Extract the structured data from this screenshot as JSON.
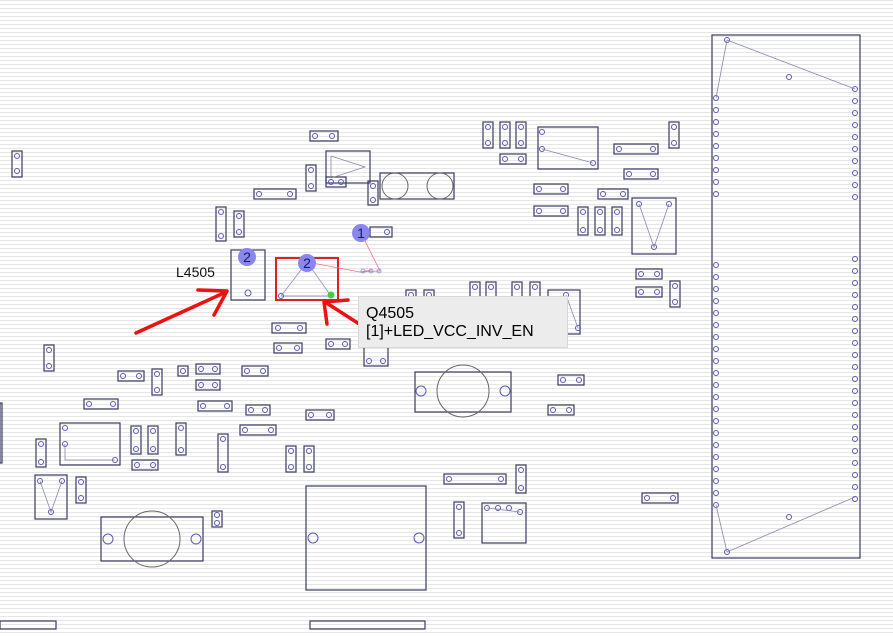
{
  "labels": {
    "component_left": "L4505"
  },
  "tooltip": {
    "ref": "Q4505",
    "net": "[1]+LED_VCC_INV_EN"
  },
  "pin_badges": {
    "pin1": "1",
    "pin2_left": "2",
    "pin2_right": "2"
  },
  "colors": {
    "outline": "#3a3a5e",
    "pad": "#5a5ab0",
    "highlight": "#e02020",
    "arrow": "#ee1111",
    "badge": "#8a86f0",
    "net_dot": "#44cc44"
  },
  "icons": {
    "arrow_left": "red-arrow-icon",
    "arrow_right": "red-arrow-icon"
  }
}
